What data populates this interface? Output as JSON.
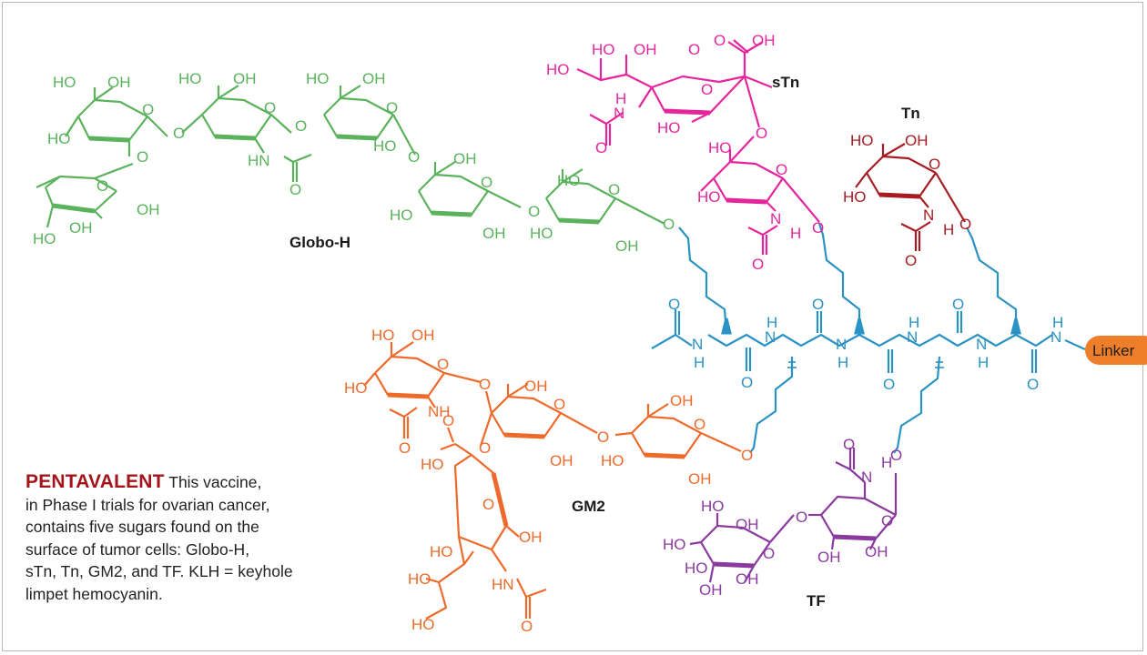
{
  "sugars": {
    "globo_h": "Globo-H",
    "stn": "sTn",
    "tn": "Tn",
    "gm2": "GM2",
    "tf": "TF"
  },
  "linker": {
    "label": "Linker"
  },
  "caption": {
    "heading": "PENTAVALENT",
    "lines": [
      " This vaccine,",
      "in Phase I trials for ovarian cancer,",
      "contains five sugars found on the",
      "surface of tumor cells: Globo-H,",
      "sTn, Tn, GM2, and TF. KLH = keyhole",
      "limpet hemocyanin."
    ]
  },
  "atoms": {
    "ho": "HO",
    "oh": "OH",
    "o": "O",
    "nh": "NH",
    "hn": "HN",
    "n": "N",
    "h": "H",
    "oh_wedge": "OH"
  },
  "colors": {
    "globo_h": "#5ab25c",
    "stn": "#e6259c",
    "tn": "#a71c23",
    "gm2": "#ee6a2a",
    "tf": "#8a3a9e",
    "peptide": "#2a93c4",
    "linker_fill": "#ee7e2a",
    "heading": "#a3151b",
    "border": "#b7b7b7"
  }
}
